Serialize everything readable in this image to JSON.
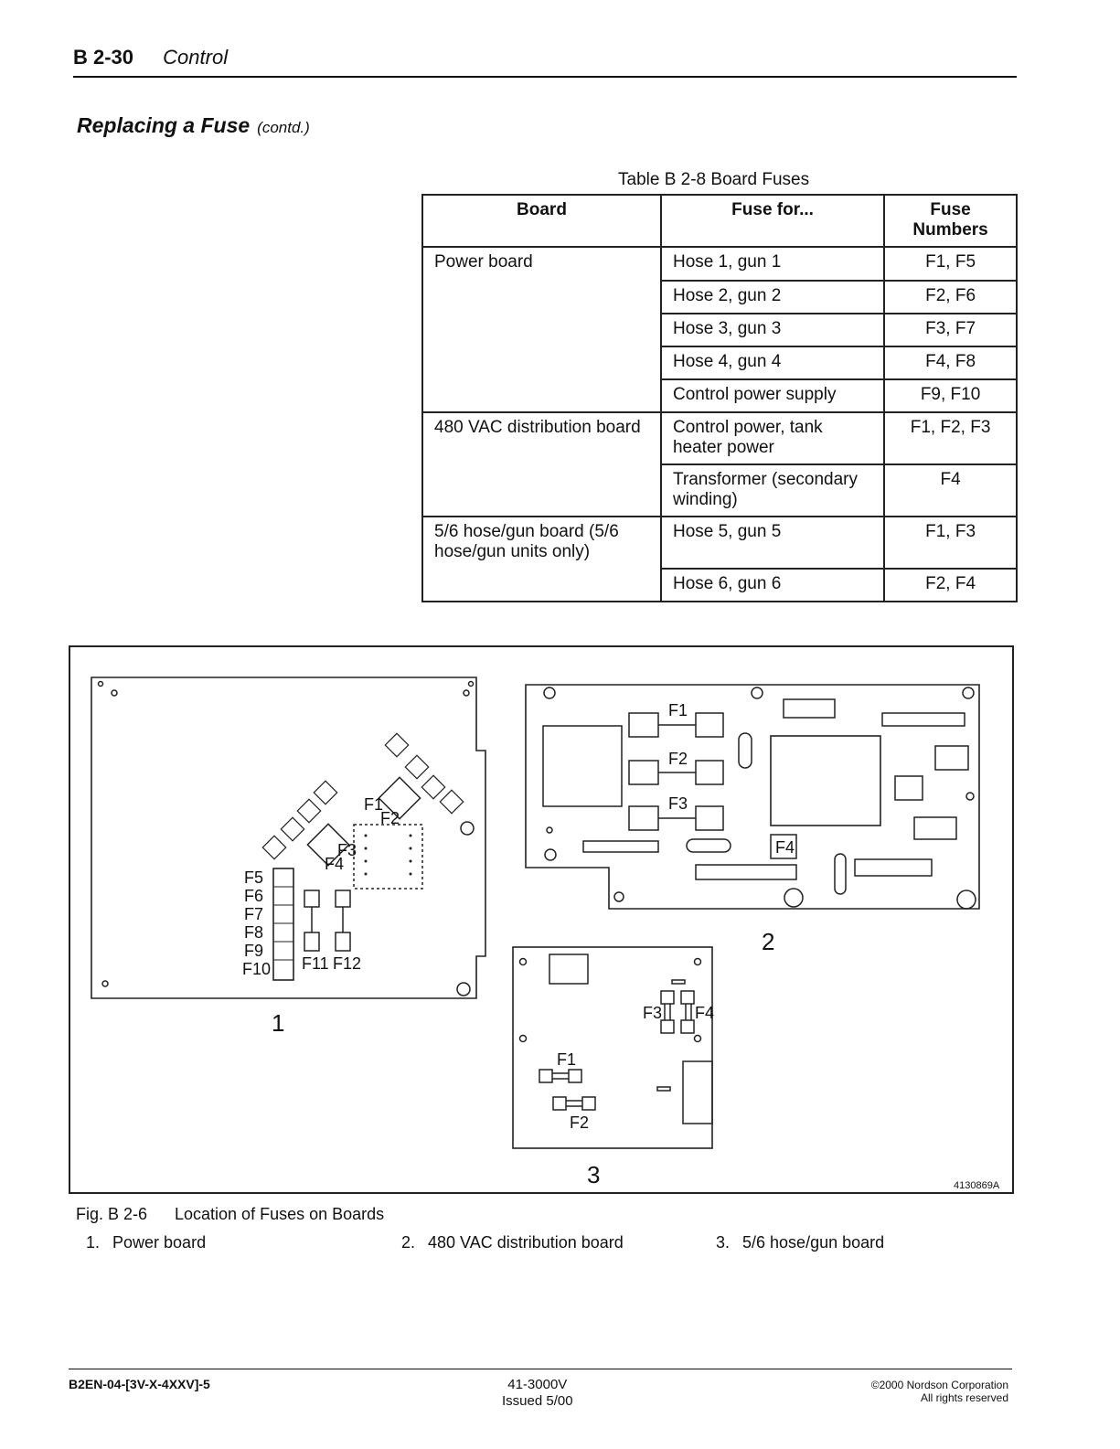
{
  "header": {
    "section_number": "B 2-30",
    "section_title": "Control"
  },
  "page_title": {
    "main": "Replacing a Fuse",
    "suffix": "(contd.)"
  },
  "table": {
    "caption": "Table B 2-8 Board Fuses",
    "columns": [
      "Board",
      "Fuse for...",
      "Fuse Numbers"
    ],
    "groups": [
      {
        "board": "Power board",
        "rows": [
          {
            "fuse_for": "Hose 1, gun 1",
            "numbers": "F1, F5"
          },
          {
            "fuse_for": "Hose 2, gun 2",
            "numbers": "F2, F6"
          },
          {
            "fuse_for": "Hose 3, gun 3",
            "numbers": "F3, F7"
          },
          {
            "fuse_for": "Hose 4, gun 4",
            "numbers": "F4, F8"
          },
          {
            "fuse_for": "Control power supply",
            "numbers": "F9, F10"
          }
        ]
      },
      {
        "board": "480 VAC distribution board",
        "rows": [
          {
            "fuse_for": "Control power, tank heater power",
            "numbers": "F1, F2, F3"
          },
          {
            "fuse_for": "Transformer (secondary winding)",
            "numbers": "F4"
          }
        ]
      },
      {
        "board": "5/6 hose/gun board (5/6 hose/gun units only)",
        "rows": [
          {
            "fuse_for": "Hose 5, gun 5",
            "numbers": "F1, F3"
          },
          {
            "fuse_for": "Hose 6, gun 6",
            "numbers": "F2, F4"
          }
        ]
      }
    ]
  },
  "figure": {
    "board1": {
      "number": "1",
      "fuse_labels": [
        "F1",
        "F2",
        "F3",
        "F4",
        "F5",
        "F6",
        "F7",
        "F8",
        "F9",
        "F10",
        "F11",
        "F12"
      ]
    },
    "board2": {
      "number": "2",
      "fuse_labels": [
        "F1",
        "F2",
        "F3",
        "F4"
      ]
    },
    "board3": {
      "number": "3",
      "fuse_labels": [
        "F1",
        "F2",
        "F3",
        "F4"
      ]
    },
    "drawing_id": "4130869A",
    "caption_label": "Fig. B 2-6",
    "caption_text": "Location of Fuses on Boards",
    "legend": [
      {
        "num": "1.",
        "text": "Power board"
      },
      {
        "num": "2.",
        "text": "480 VAC distribution board"
      },
      {
        "num": "3.",
        "text": "5/6 hose/gun board"
      }
    ]
  },
  "footer": {
    "doc_code": "B2EN-04-[3V-X-4XXV]-5",
    "part_number": "41-3000V",
    "issued": "Issued 5/00",
    "copyright": "©2000 Nordson Corporation",
    "rights": "All rights reserved"
  }
}
